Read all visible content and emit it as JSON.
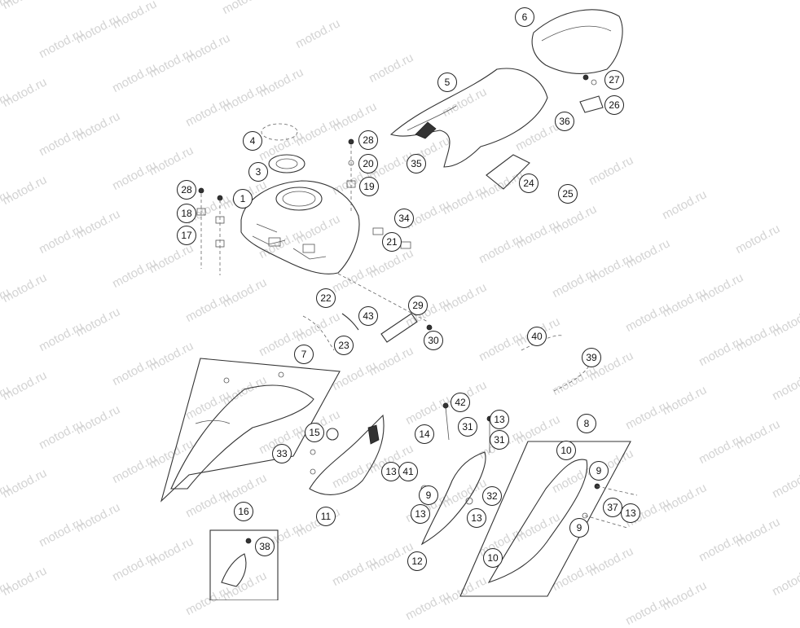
{
  "watermark": "motod.ru",
  "callouts": [
    {
      "id": "1",
      "label": "1"
    },
    {
      "id": "3",
      "label": "3"
    },
    {
      "id": "4",
      "label": "4"
    },
    {
      "id": "5",
      "label": "5"
    },
    {
      "id": "6",
      "label": "6"
    },
    {
      "id": "7",
      "label": "7"
    },
    {
      "id": "8",
      "label": "8"
    },
    {
      "id": "9a",
      "label": "9"
    },
    {
      "id": "9b",
      "label": "9"
    },
    {
      "id": "9c",
      "label": "9"
    },
    {
      "id": "10a",
      "label": "10"
    },
    {
      "id": "10b",
      "label": "10"
    },
    {
      "id": "11",
      "label": "11"
    },
    {
      "id": "12",
      "label": "12"
    },
    {
      "id": "13a",
      "label": "13"
    },
    {
      "id": "13b",
      "label": "13"
    },
    {
      "id": "13c",
      "label": "13"
    },
    {
      "id": "13d",
      "label": "13"
    },
    {
      "id": "13e",
      "label": "13"
    },
    {
      "id": "14",
      "label": "14"
    },
    {
      "id": "15",
      "label": "15"
    },
    {
      "id": "16",
      "label": "16"
    },
    {
      "id": "17",
      "label": "17"
    },
    {
      "id": "18",
      "label": "18"
    },
    {
      "id": "19",
      "label": "19"
    },
    {
      "id": "20",
      "label": "20"
    },
    {
      "id": "21",
      "label": "21"
    },
    {
      "id": "22",
      "label": "22"
    },
    {
      "id": "23",
      "label": "23"
    },
    {
      "id": "24",
      "label": "24"
    },
    {
      "id": "25",
      "label": "25"
    },
    {
      "id": "26",
      "label": "26"
    },
    {
      "id": "27",
      "label": "27"
    },
    {
      "id": "28a",
      "label": "28"
    },
    {
      "id": "28b",
      "label": "28"
    },
    {
      "id": "29",
      "label": "29"
    },
    {
      "id": "30",
      "label": "30"
    },
    {
      "id": "31a",
      "label": "31"
    },
    {
      "id": "31b",
      "label": "31"
    },
    {
      "id": "32",
      "label": "32"
    },
    {
      "id": "33",
      "label": "33"
    },
    {
      "id": "34",
      "label": "34"
    },
    {
      "id": "35",
      "label": "35"
    },
    {
      "id": "36",
      "label": "36"
    },
    {
      "id": "37",
      "label": "37"
    },
    {
      "id": "38",
      "label": "38"
    },
    {
      "id": "39",
      "label": "39"
    },
    {
      "id": "40",
      "label": "40"
    },
    {
      "id": "41",
      "label": "41"
    },
    {
      "id": "42",
      "label": "42"
    },
    {
      "id": "43",
      "label": "43"
    }
  ]
}
